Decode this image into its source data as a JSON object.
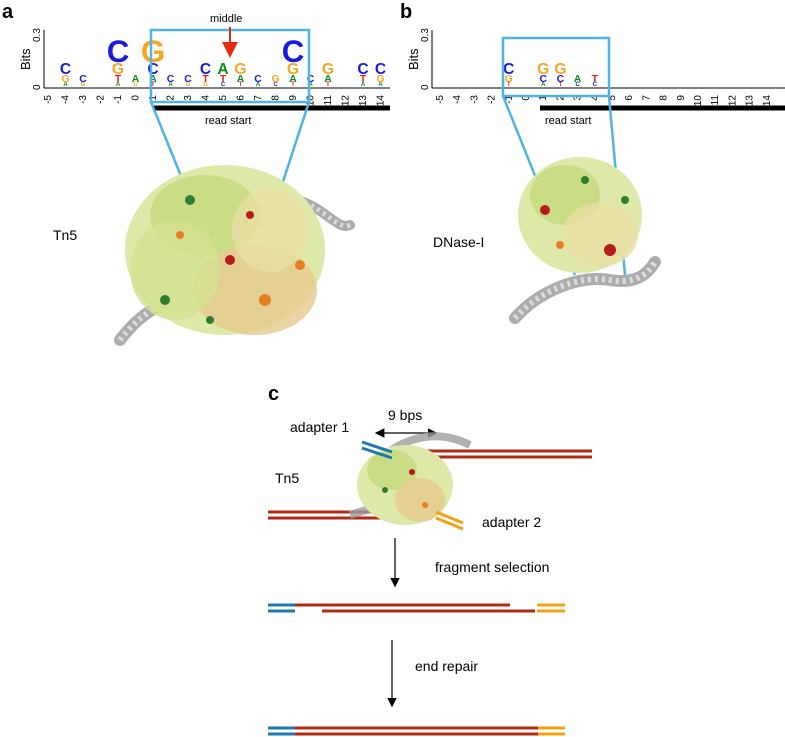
{
  "panels": {
    "a": {
      "letter": "a",
      "bits_label": "Bits",
      "ytick_top": "0.3",
      "ytick_bottom": "0",
      "middle_label": "middle",
      "read_start_label": "read start",
      "protein_label": "Tn5",
      "positions": [
        "-5",
        "-4",
        "-3",
        "-2",
        "-1",
        "0",
        "1",
        "2",
        "3",
        "4",
        "5",
        "6",
        "7",
        "8",
        "9",
        "10",
        "11",
        "12",
        "13",
        "14"
      ]
    },
    "b": {
      "letter": "b",
      "bits_label": "Bits",
      "ytick_top": "0.3",
      "ytick_bottom": "0",
      "read_start_label": "read start",
      "protein_label": "DNase-I",
      "positions": [
        "-5",
        "-4",
        "-3",
        "-2",
        "-1",
        "0",
        "1",
        "2",
        "3",
        "4",
        "5",
        "6",
        "7",
        "8",
        "9",
        "10",
        "11",
        "12",
        "13",
        "14"
      ]
    },
    "c": {
      "letter": "c",
      "gap_label": "9 bps",
      "adapter1_label": "adapter 1",
      "adapter2_label": "adapter 2",
      "protein_label": "Tn5",
      "step1_label": "fragment selection",
      "step2_label": "end repair"
    }
  },
  "logo_letters_a": [
    {
      "pos": "-4",
      "stack": [
        "A",
        "G",
        "C"
      ]
    },
    {
      "pos": "-3",
      "stack": [
        "G",
        "C"
      ]
    },
    {
      "pos": "-1",
      "stack": [
        "A",
        "T",
        "G",
        "C"
      ]
    },
    {
      "pos": "0",
      "stack": [
        "G",
        "A"
      ]
    },
    {
      "pos": "1",
      "stack": [
        "T",
        "A",
        "C",
        "G"
      ]
    },
    {
      "pos": "2",
      "stack": [
        "A",
        "C"
      ]
    },
    {
      "pos": "3",
      "stack": [
        "G",
        "C"
      ]
    },
    {
      "pos": "4",
      "stack": [
        "G",
        "T",
        "C"
      ]
    },
    {
      "pos": "5",
      "stack": [
        "C",
        "T",
        "A"
      ]
    },
    {
      "pos": "6",
      "stack": [
        "T",
        "A",
        "G"
      ]
    },
    {
      "pos": "7",
      "stack": [
        "A",
        "C"
      ]
    },
    {
      "pos": "8",
      "stack": [
        "C",
        "G"
      ]
    },
    {
      "pos": "9",
      "stack": [
        "T",
        "A",
        "G",
        "C"
      ]
    },
    {
      "pos": "10",
      "stack": [
        "A",
        "C"
      ]
    },
    {
      "pos": "11",
      "stack": [
        "T",
        "A",
        "G"
      ]
    },
    {
      "pos": "13",
      "stack": [
        "A",
        "T",
        "C"
      ]
    },
    {
      "pos": "14",
      "stack": [
        "A",
        "G",
        "C"
      ]
    }
  ],
  "logo_letters_b": [
    {
      "pos": "-1",
      "stack": [
        "T",
        "G",
        "C"
      ]
    },
    {
      "pos": "1",
      "stack": [
        "A",
        "C",
        "G"
      ]
    },
    {
      "pos": "2",
      "stack": [
        "T",
        "C",
        "G"
      ]
    },
    {
      "pos": "3",
      "stack": [
        "C",
        "A"
      ]
    },
    {
      "pos": "4",
      "stack": [
        "C",
        "T"
      ]
    }
  ],
  "colors": {
    "A": "#0b8a1e",
    "C": "#1a1adb",
    "G": "#f5a623",
    "T": "#e02020",
    "frame": "#4fb3e6",
    "dna_red": "#b02a14",
    "adapter_blue": "#1f77b4",
    "adapter_orange": "#f5a011",
    "arrow_red": "#e32d12"
  }
}
